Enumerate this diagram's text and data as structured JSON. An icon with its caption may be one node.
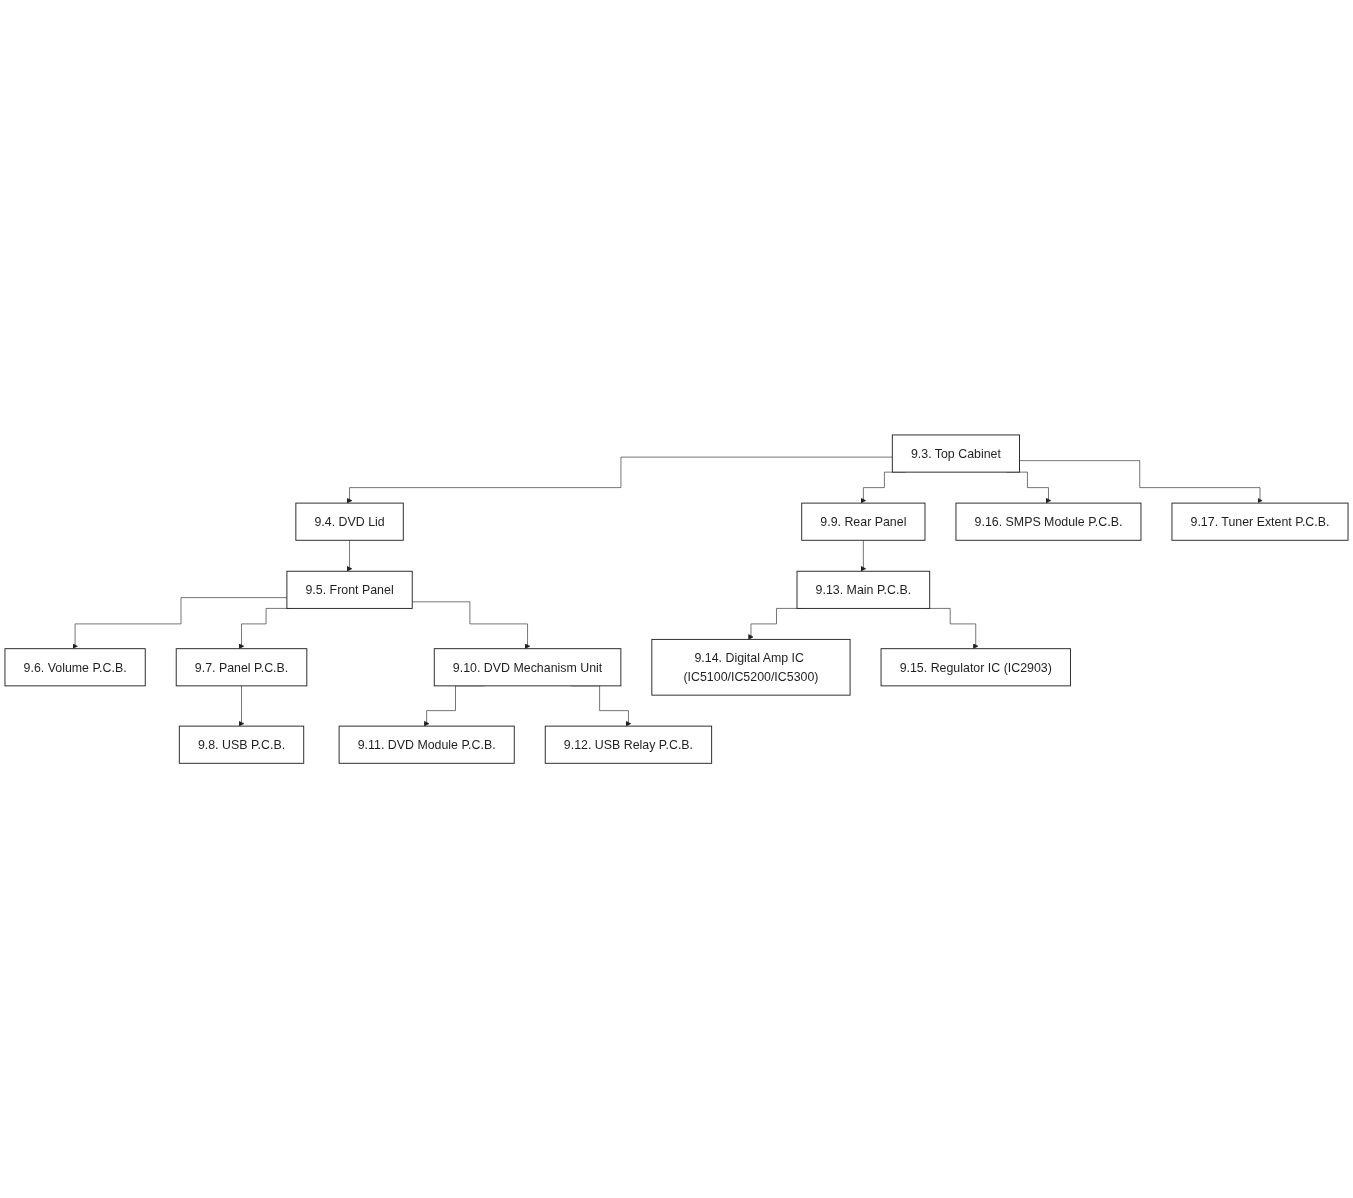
{
  "diagram": {
    "nodes": [
      {
        "text": [
          "9.3. Top Cabinet"
        ]
      },
      {
        "text": [
          "9.4. DVD Lid"
        ]
      },
      {
        "text": [
          "9.9. Rear Panel"
        ]
      },
      {
        "text": [
          "9.16. SMPS Module P.C.B."
        ]
      },
      {
        "text": [
          "9.5. Front Panel"
        ]
      },
      {
        "text": [
          "9.13. Main P.C.B."
        ]
      },
      {
        "text": [
          "9.17. Tuner Extent P.C.B."
        ]
      },
      {
        "text": [
          "9.6. Volume P.C.B."
        ]
      },
      {
        "text": [
          "9.14. Digital Amp IC (IC5100/IC5200/IC5300)"
        ]
      },
      {
        "text": [
          "9.7. Panel P.C.B."
        ]
      },
      {
        "text": [
          "9.15. Regulator IC (IC2903)"
        ]
      },
      {
        "text": [
          "9.8. USB P.C.B."
        ]
      },
      {
        "text": [
          "9.10. DVD Mechanism Unit"
        ]
      },
      {
        "text": [
          "9.11. DVD Module P.C.B."
        ]
      },
      {
        "text": [
          "9.12. USB Relay P.C.B."
        ]
      }
    ],
    "edges": [
      {
        "from": 0,
        "to": 1,
        "arrow": "to"
      },
      {
        "from": 0,
        "to": 2,
        "arrow": "to"
      },
      {
        "from": 0,
        "to": 3,
        "arrow": "to"
      },
      {
        "from": 0,
        "to": 6,
        "arrow": "to"
      },
      {
        "from": 1,
        "to": 4,
        "arrow": "to"
      },
      {
        "from": 2,
        "to": 5,
        "arrow": "to"
      },
      {
        "from": 4,
        "to": 7,
        "arrow": "to"
      },
      {
        "from": 4,
        "to": 9,
        "arrow": "to"
      },
      {
        "from": 4,
        "to": 12,
        "arrow": "to"
      },
      {
        "from": 5,
        "to": 8,
        "arrow": "to"
      },
      {
        "from": 5,
        "to": 10,
        "arrow": "to"
      },
      {
        "from": 9,
        "to": 11,
        "arrow": "to"
      },
      {
        "from": 12,
        "to": 13,
        "arrow": "to"
      },
      {
        "from": 12,
        "to": 14,
        "arrow": "to"
      }
    ]
  }
}
